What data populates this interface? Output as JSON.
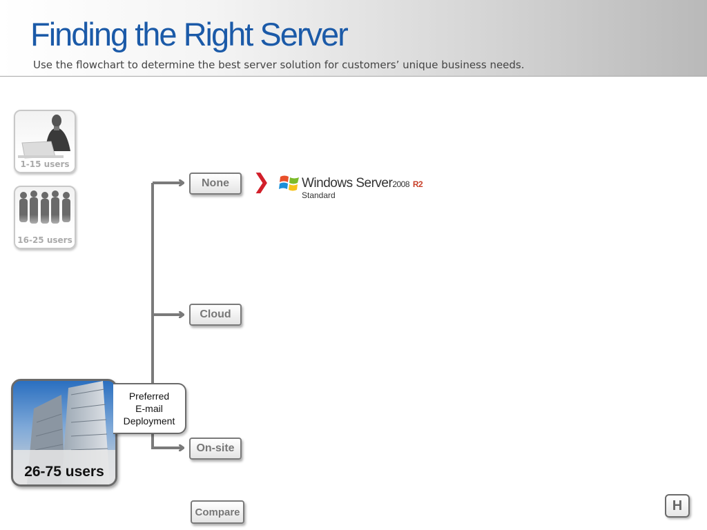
{
  "header": {
    "title": "Finding the Right Server",
    "subtitle": "Use the flowchart to determine the best server solution for customers’ unique business needs."
  },
  "segments": [
    {
      "label": "1-15 users",
      "state": "inactive"
    },
    {
      "label": "16-25 users",
      "state": "inactive"
    },
    {
      "label": "26-75 users",
      "state": "selected"
    }
  ],
  "flowchart": {
    "question_lines": [
      "Preferred",
      "E-mail",
      "Deployment"
    ],
    "options": [
      {
        "label": "None"
      },
      {
        "label": "Cloud"
      },
      {
        "label": "On-site"
      }
    ]
  },
  "result": {
    "brand": "Windows Server",
    "version": "2008",
    "release": "R2",
    "edition": "Standard",
    "arrow_color": "#d21f2a"
  },
  "buttons": {
    "compare_label": "Compare",
    "home_label": "H"
  },
  "colors": {
    "title": "#1b5aa8",
    "connector": "#7a7a7a",
    "r2": "#c8402a"
  },
  "icons": {
    "result_arrow": "chevron-right-icon",
    "product_logo": "windows-flag-icon"
  }
}
